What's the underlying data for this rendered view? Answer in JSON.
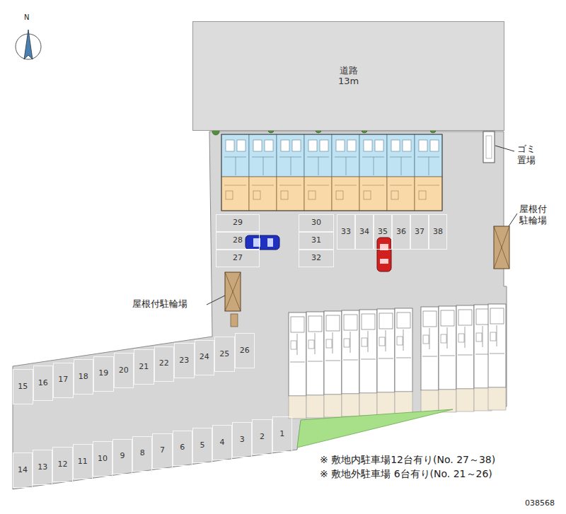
{
  "diagram": {
    "nodes": [
      {
        "text": [
          "道路",
          "13m"
        ]
      },
      {
        "text": [
          "29"
        ]
      },
      {
        "text": [
          "28"
        ]
      },
      {
        "text": [
          "27"
        ]
      },
      {
        "text": [
          "30"
        ]
      },
      {
        "text": [
          "31"
        ]
      },
      {
        "text": [
          "32"
        ]
      },
      {
        "text": [
          "33"
        ]
      },
      {
        "text": [
          "34"
        ]
      },
      {
        "text": [
          "35"
        ]
      },
      {
        "text": [
          "36"
        ]
      },
      {
        "text": [
          "37"
        ]
      },
      {
        "text": [
          "38"
        ]
      },
      {
        "text": [
          "15"
        ]
      },
      {
        "text": [
          "16"
        ]
      },
      {
        "text": [
          "17"
        ]
      },
      {
        "text": [
          "18"
        ]
      },
      {
        "text": [
          "19"
        ]
      },
      {
        "text": [
          "20"
        ]
      },
      {
        "text": [
          "21"
        ]
      },
      {
        "text": [
          "22"
        ]
      },
      {
        "text": [
          "23"
        ]
      },
      {
        "text": [
          "24"
        ]
      },
      {
        "text": [
          "25"
        ]
      },
      {
        "text": [
          "26"
        ]
      },
      {
        "text": [
          "14"
        ]
      },
      {
        "text": [
          "13"
        ]
      },
      {
        "text": [
          "12"
        ]
      },
      {
        "text": [
          "11"
        ]
      },
      {
        "text": [
          "10"
        ]
      },
      {
        "text": [
          "9"
        ]
      },
      {
        "text": [
          "8"
        ]
      },
      {
        "text": [
          "7"
        ]
      },
      {
        "text": [
          "6"
        ]
      },
      {
        "text": [
          "5"
        ]
      },
      {
        "text": [
          "4"
        ]
      },
      {
        "text": [
          "3"
        ]
      },
      {
        "text": [
          "2"
        ]
      },
      {
        "text": [
          "1"
        ]
      }
    ],
    "labels": [
      "N",
      "ゴミ置場",
      "屋根付駐輪場",
      "屋根付駐輪場",
      "※ 敷地内駐車場12台有り(No. 27～38)",
      "※ 敷地外駐車場 6台有り(No. 21～26)",
      "038568"
    ]
  }
}
